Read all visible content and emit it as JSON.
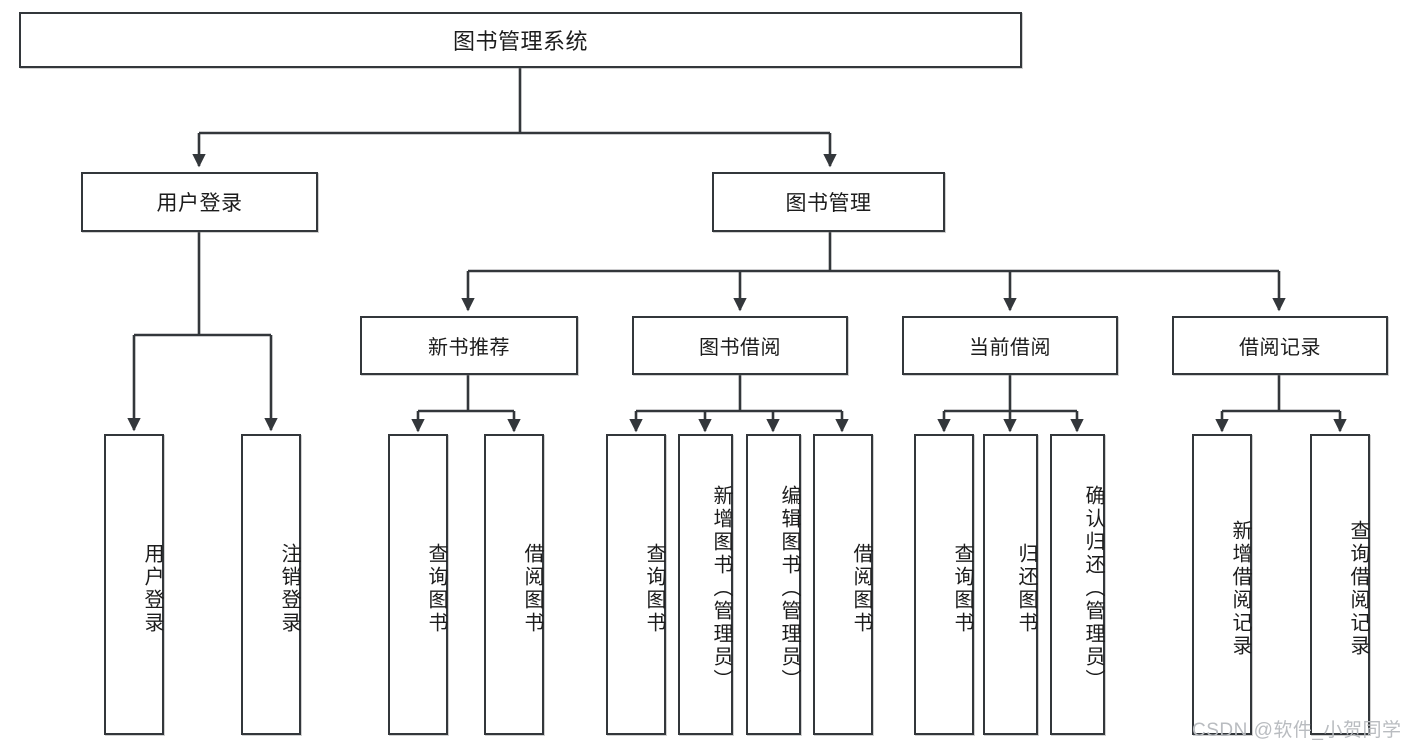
{
  "diagram": {
    "title": "图书管理系统",
    "root": {
      "id": "root",
      "label": "图书管理系统"
    },
    "level2": [
      {
        "id": "user-login",
        "label": "用户登录"
      },
      {
        "id": "book-manage",
        "label": "图书管理"
      }
    ],
    "level3": [
      {
        "id": "new-book-recommend",
        "label": "新书推荐"
      },
      {
        "id": "book-borrow",
        "label": "图书借阅"
      },
      {
        "id": "current-borrow",
        "label": "当前借阅"
      },
      {
        "id": "borrow-record",
        "label": "借阅记录"
      }
    ],
    "leaves": {
      "user_login": [
        {
          "id": "leaf-user-login",
          "label": "用户登录"
        },
        {
          "id": "leaf-logout-login",
          "label": "注销登录"
        }
      ],
      "new_book_recommend": [
        {
          "id": "leaf-query-book-1",
          "label": "查询图书"
        },
        {
          "id": "leaf-borrow-book-1",
          "label": "借阅图书"
        }
      ],
      "book_borrow": [
        {
          "id": "leaf-query-book-2",
          "label": "查询图书"
        },
        {
          "id": "leaf-add-book",
          "label": "新增图书（管理员）"
        },
        {
          "id": "leaf-edit-book",
          "label": "编辑图书（管理员）"
        },
        {
          "id": "leaf-borrow-book-2",
          "label": "借阅图书"
        }
      ],
      "current_borrow": [
        {
          "id": "leaf-query-book-3",
          "label": "查询图书"
        },
        {
          "id": "leaf-return-book",
          "label": "归还图书"
        },
        {
          "id": "leaf-confirm-return",
          "label": "确认归还（管理员）"
        }
      ],
      "borrow_record": [
        {
          "id": "leaf-add-record",
          "label": "新增借阅记录"
        },
        {
          "id": "leaf-query-record",
          "label": "查询借阅记录"
        }
      ]
    },
    "watermark": "CSDN @软件_小贺同学",
    "colors": {
      "stroke": "#33373b",
      "fill": "#ffffff",
      "text": "#1c1c1c",
      "watermark": "#b9bcc0"
    }
  }
}
